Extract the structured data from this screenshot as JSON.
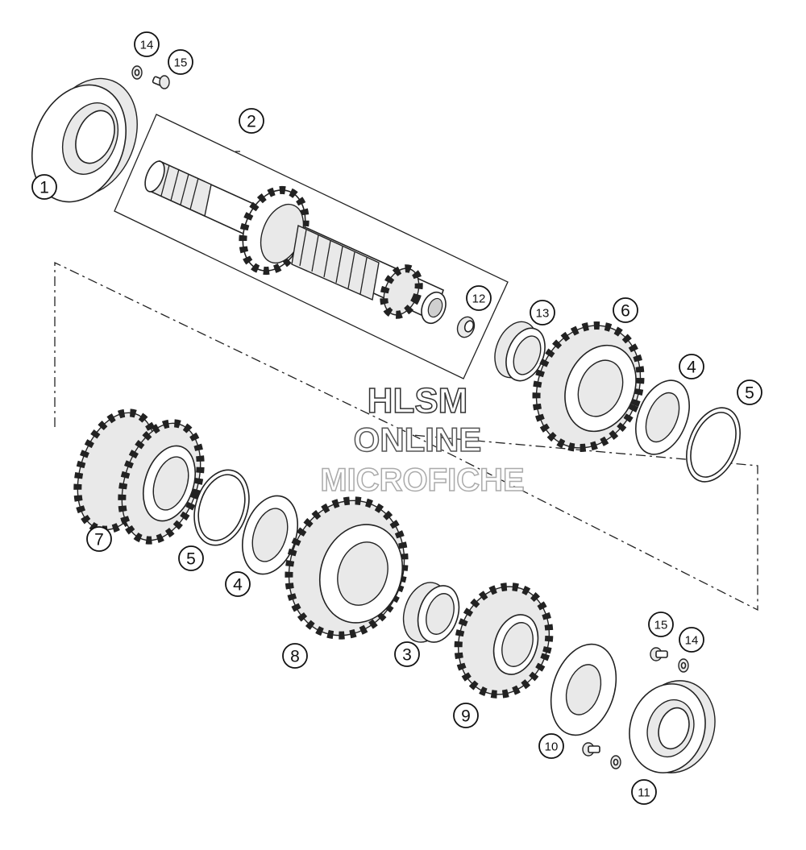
{
  "watermark": {
    "line1": "HLSM",
    "line2": "ONLINE",
    "line3": "MICROFICHE"
  },
  "callouts": [
    {
      "id": "c1",
      "label": "1"
    },
    {
      "id": "c2",
      "label": "2"
    },
    {
      "id": "c3",
      "label": "3"
    },
    {
      "id": "c4a",
      "label": "4"
    },
    {
      "id": "c4b",
      "label": "4"
    },
    {
      "id": "c5a",
      "label": "5"
    },
    {
      "id": "c5b",
      "label": "5"
    },
    {
      "id": "c6",
      "label": "6"
    },
    {
      "id": "c7",
      "label": "7"
    },
    {
      "id": "c8",
      "label": "8"
    },
    {
      "id": "c9",
      "label": "9"
    },
    {
      "id": "c10",
      "label": "10"
    },
    {
      "id": "c11",
      "label": "11"
    },
    {
      "id": "c12",
      "label": "12"
    },
    {
      "id": "c13",
      "label": "13"
    },
    {
      "id": "c14a",
      "label": "14"
    },
    {
      "id": "c14b",
      "label": "14"
    },
    {
      "id": "c15a",
      "label": "15"
    },
    {
      "id": "c15b",
      "label": "15"
    }
  ],
  "colors": {
    "line": "#222222",
    "background": "#ffffff",
    "watermark_outline_1": "#333333",
    "watermark_outline_2": "#555555",
    "watermark_outline_3": "#aaaaaa"
  }
}
